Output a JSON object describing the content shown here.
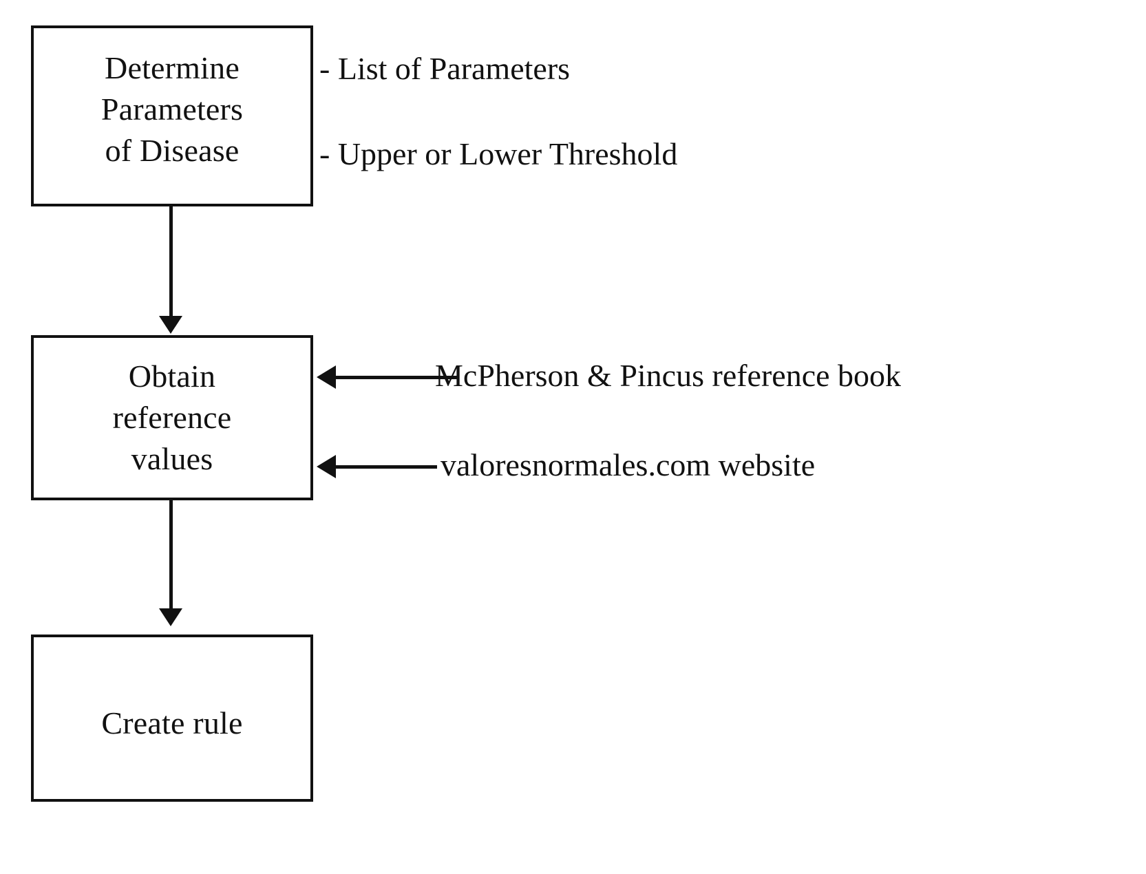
{
  "diagram": {
    "type": "flowchart",
    "title": "Rule creation process flowchart",
    "orientation": "top-to-bottom",
    "nodes": [
      {
        "id": "determine",
        "label": "Determine\nParameters\nof Disease",
        "shape": "rectangle"
      },
      {
        "id": "obtain",
        "label": "Obtain\nreference\nvalues",
        "shape": "rectangle"
      },
      {
        "id": "create",
        "label": "Create rule",
        "shape": "rectangle"
      }
    ],
    "annotations": [
      {
        "id": "list-of-parameters",
        "text": "- List of Parameters",
        "attached_to": "determine",
        "connector": "none"
      },
      {
        "id": "upper-lower-threshold",
        "text": "- Upper or Lower Threshold",
        "attached_to": "determine",
        "connector": "none"
      },
      {
        "id": "mcpherson-pincus",
        "text": "McPherson & Pincus reference book",
        "attached_to": "obtain",
        "connector": "arrow-left"
      },
      {
        "id": "valoresnormales",
        "text": "valoresnormales.com website",
        "attached_to": "obtain",
        "connector": "arrow-left"
      }
    ],
    "edges": [
      {
        "from": "determine",
        "to": "obtain",
        "direction": "down",
        "style": "solid-arrow"
      },
      {
        "from": "obtain",
        "to": "create",
        "direction": "down",
        "style": "solid-arrow"
      }
    ],
    "colors": {
      "stroke": "#111111",
      "fill": "#ffffff",
      "text": "#111111"
    }
  }
}
